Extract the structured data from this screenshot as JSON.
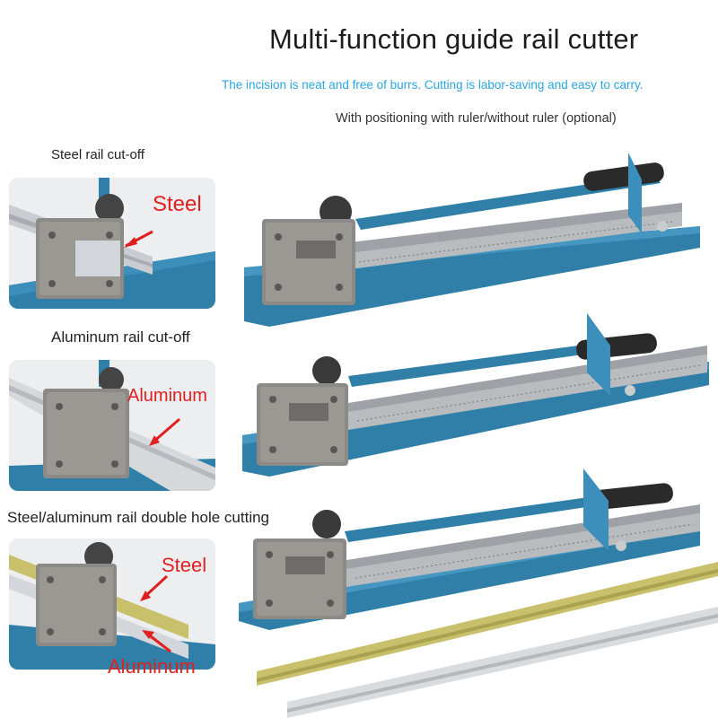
{
  "header": {
    "title": "Multi-function guide rail cutter",
    "subtitle": "The incision is neat and free of burrs. Cutting is labor-saving and easy to carry.",
    "note": "With positioning with ruler/without ruler (optional)"
  },
  "sections": [
    {
      "label": "Steel rail cut-off",
      "callouts": [
        "Steel"
      ]
    },
    {
      "label": "Aluminum rail cut-off",
      "callouts": [
        "Aluminum"
      ]
    },
    {
      "label": "Steel/aluminum rail double hole cutting",
      "callouts": [
        "Steel",
        "Aluminum"
      ]
    }
  ],
  "colors": {
    "subtitle": "#2aa6e0",
    "callout": "#e02020",
    "base_blue": "#2f7fa8",
    "steel_block": "#8c8a86",
    "ruler": "#b9bcbf"
  }
}
